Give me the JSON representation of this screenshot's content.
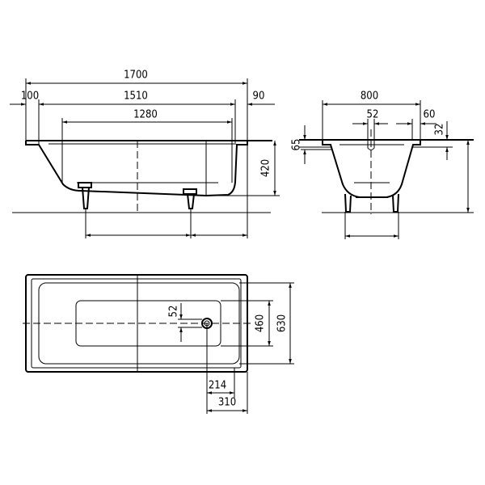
{
  "side_view": {
    "overall_length": "1700",
    "left_rim": "100",
    "inner_length": "1510",
    "right_rim": "90",
    "bottom_length": "1280",
    "height": "420"
  },
  "end_view": {
    "overall_width": "800",
    "drain_width": "52",
    "right_rim": "60",
    "rim_offset": "32",
    "rim_thickness": "65"
  },
  "plan_view": {
    "drain_diameter": "52",
    "bottom_width": "460",
    "inner_width": "630",
    "drain_to_inner_end": "214",
    "drain_to_outer_end": "310"
  }
}
